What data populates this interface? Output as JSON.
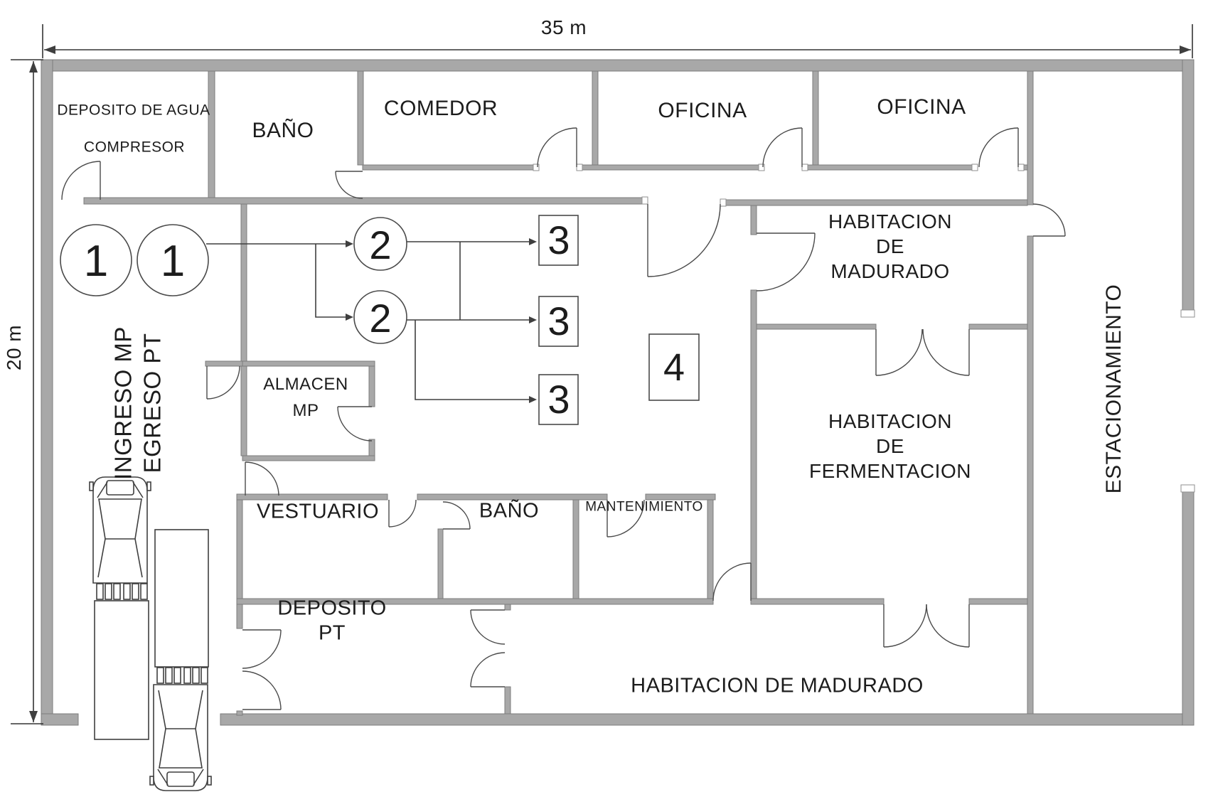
{
  "meta": {
    "type": "architectural floor plan",
    "units_shown": "meters"
  },
  "dimensions": {
    "width": "35 m",
    "height": "20 m"
  },
  "labels": {
    "deposito_agua": "DEPOSITO DE AGUA",
    "compresor": "COMPRESOR",
    "bano_top": "BAÑO",
    "comedor": "COMEDOR",
    "oficina_1": "OFICINA",
    "oficina_2": "OFICINA",
    "estacionamiento": "ESTACIONAMIENTO",
    "hab_mad_top_l1": "HABITACION",
    "hab_mad_top_l2": "DE",
    "hab_mad_top_l3": "MADURADO",
    "hab_ferm_l1": "HABITACION",
    "hab_ferm_l2": "DE",
    "hab_ferm_l3": "FERMENTACION",
    "almacen_l1": "ALMACEN",
    "almacen_l2": "MP",
    "ingreso": "INGRESO MP",
    "egreso": "EGRESO PT",
    "vestuario": "VESTUARIO",
    "bano_bottom": "BAÑO",
    "mantenimiento": "MANTENIMIENTO",
    "deposito_pt_l1": "DEPOSITO",
    "deposito_pt_l2": "PT",
    "hab_mad_bottom": "HABITACION DE MADURADO"
  },
  "flow": {
    "c1a": "1",
    "c1b": "1",
    "c2a": "2",
    "c2b": "2",
    "b3a": "3",
    "b3b": "3",
    "b3c": "3",
    "b4": "4"
  },
  "colors": {
    "wall": "#a8a8a8",
    "wall_edge": "#7c7c7c",
    "line": "#3f3f3f",
    "text": "#1c1c1c",
    "background": "#ffffff"
  }
}
